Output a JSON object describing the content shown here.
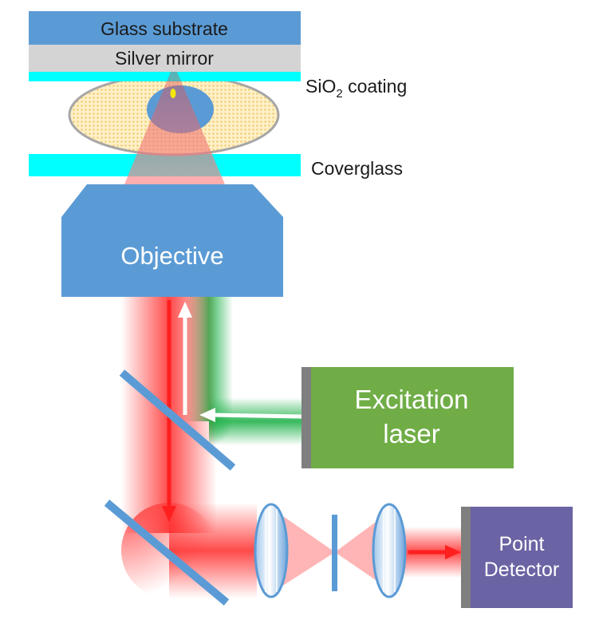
{
  "labels": {
    "glass_substrate": "Glass substrate",
    "silver_mirror": "Silver mirror",
    "sio2_prefix": "SiO",
    "sio2_sub": "2",
    "sio2_suffix": " coating",
    "coverglass": "Coverglass",
    "objective": "Objective",
    "excitation_line1": "Excitation",
    "excitation_line2": "laser",
    "detector_line1": "Point",
    "detector_line2": "Detector"
  },
  "colors": {
    "component_blue": "#5b9bd5",
    "silver": "#d4d4d4",
    "coating_cyan": "#00ffff",
    "laser_green": "#70ad47",
    "detector_purple": "#6a64a4",
    "emission_red": "#ff2a2a",
    "excitation_green": "#22b24c",
    "endcap_gray": "#7f7f7f"
  }
}
